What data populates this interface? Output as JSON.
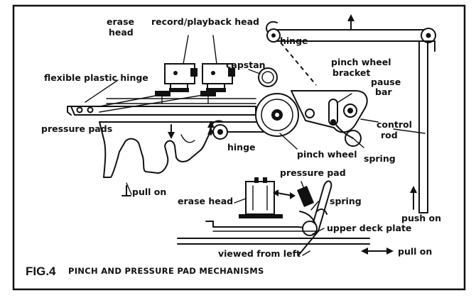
{
  "figure": {
    "number": "FIG.4",
    "title": "PINCH AND PRESSURE PAD MECHANISMS"
  },
  "labels": {
    "erase_head_top_line1": "erase",
    "erase_head_top_line2": "head",
    "record_playback_head": "record/playback head",
    "flexible_plastic_hinge": "flexible plastic hinge",
    "capstan": "capstan",
    "hinge_top": "hinge",
    "pinch_wheel_bracket_line1": "pinch wheel",
    "pinch_wheel_bracket_line2": "bracket",
    "pause_bar_line1": "pause",
    "pause_bar_line2": "bar",
    "pressure_pads": "pressure pads",
    "hinge_bottom": "hinge",
    "pinch_wheel": "pinch wheel",
    "control_rod_line1": "control",
    "control_rod_line2": "rod",
    "spring_top": "spring",
    "pull_on_left": "pull on",
    "pressure_pad": "pressure pad",
    "erase_head_side": "erase head",
    "spring_side": "spring",
    "push_on": "push on",
    "upper_deck_plate": "upper deck plate",
    "viewed_from_left": "viewed from left",
    "pull_on_right": "pull on"
  }
}
